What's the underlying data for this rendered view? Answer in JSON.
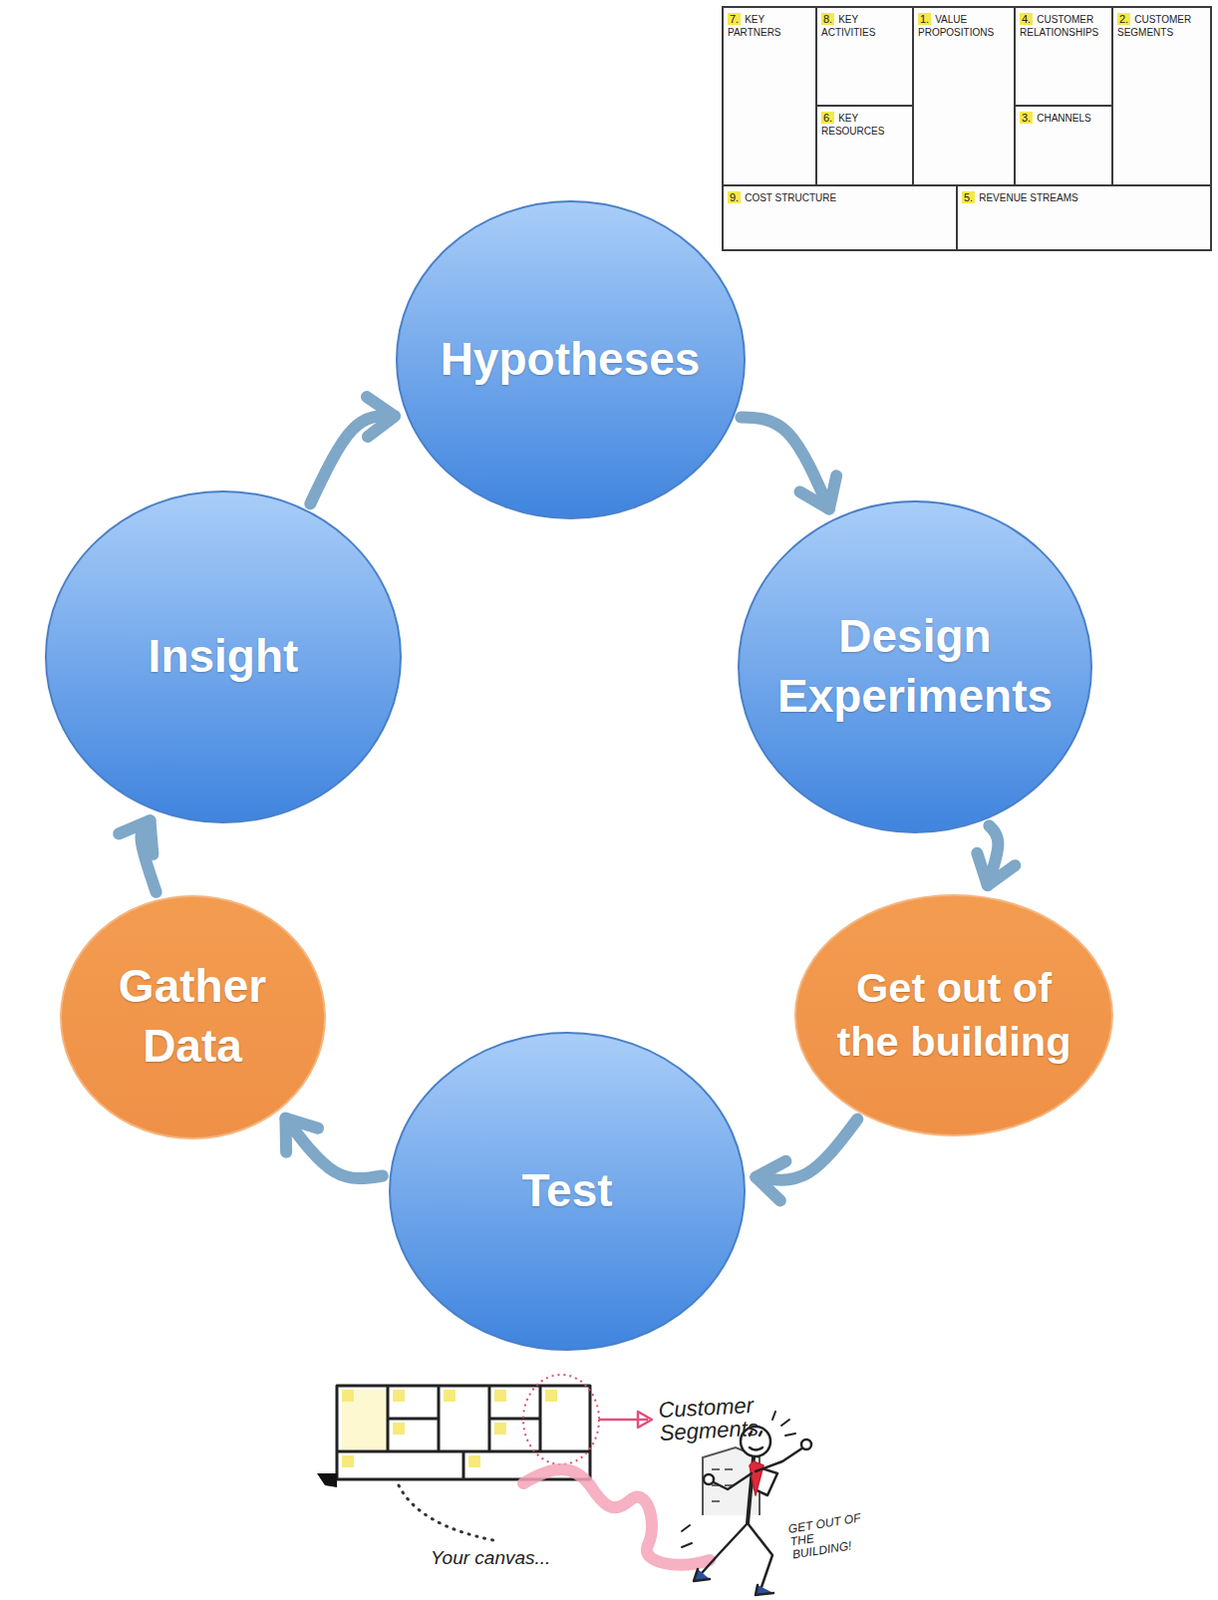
{
  "diagram": {
    "nodes": [
      {
        "text": [
          "Hypotheses"
        ]
      },
      {
        "text": [
          "Design Experiments"
        ]
      },
      {
        "text": [
          "Get out of the building"
        ]
      },
      {
        "text": [
          "Test"
        ]
      },
      {
        "text": [
          "Gather Data"
        ]
      },
      {
        "text": [
          "Insight"
        ]
      },
      {
        "text": [
          "7.",
          "KEY PARTNERS"
        ]
      },
      {
        "text": [
          "8.",
          "KEY ACTIVITIES"
        ]
      },
      {
        "text": [
          "1.",
          "VALUE PROPOSITIONS"
        ]
      },
      {
        "text": [
          "4.",
          "CUSTOMER RELATIONSHIPS"
        ]
      },
      {
        "text": [
          "2.",
          "CUSTOMER SEGMENTS"
        ]
      },
      {
        "text": [
          "6.",
          "KEY RESOURCES"
        ]
      },
      {
        "text": [
          "3.",
          "CHANNELS"
        ]
      },
      {
        "text": [
          "9.",
          "COST STRUCTURE"
        ]
      },
      {
        "text": [
          "5.",
          "REVENUE STREAMS"
        ]
      }
    ],
    "edges": [
      {
        "from": 0,
        "to": 1,
        "arrow": "to"
      },
      {
        "from": 1,
        "to": 2,
        "arrow": "to"
      },
      {
        "from": 2,
        "to": 3,
        "arrow": "to"
      },
      {
        "from": 3,
        "to": 4,
        "arrow": "to"
      },
      {
        "from": 4,
        "to": 5,
        "arrow": "to"
      },
      {
        "from": 5,
        "to": 0,
        "arrow": "to"
      }
    ],
    "labels": [
      "Customer Segments",
      "Your canvas...",
      "GET OUT OF THE BUILDING!"
    ]
  }
}
